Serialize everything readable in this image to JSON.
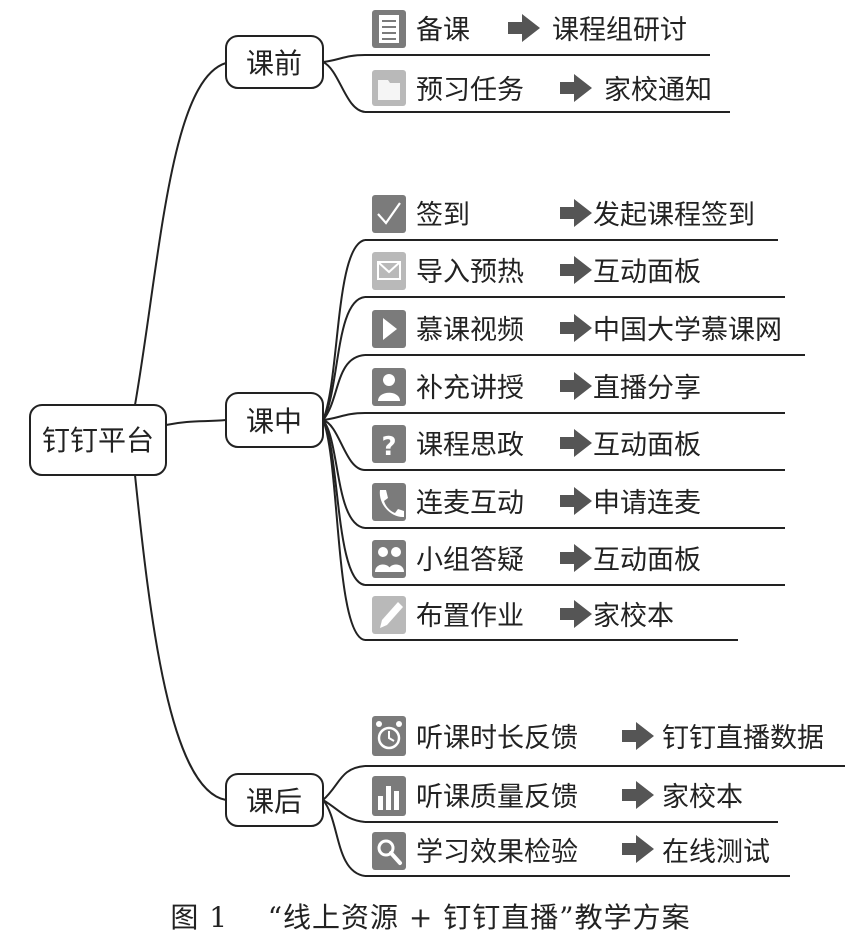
{
  "root": {
    "label": "钉钉平台"
  },
  "phases": [
    {
      "id": "pre",
      "label": "课前",
      "items": [
        {
          "icon": "notepad-icon",
          "label": "备课",
          "target": "课程组研讨"
        },
        {
          "icon": "folder-icon",
          "label": "预习任务",
          "target": "家校通知"
        }
      ]
    },
    {
      "id": "in",
      "label": "课中",
      "items": [
        {
          "icon": "checkmark-icon",
          "label": "签到",
          "target": "发起课程签到"
        },
        {
          "icon": "envelope-icon",
          "label": "导入预热",
          "target": "互动面板"
        },
        {
          "icon": "play-icon",
          "label": "慕课视频",
          "target": "中国大学慕课网"
        },
        {
          "icon": "person-icon",
          "label": "补充讲授",
          "target": "直播分享"
        },
        {
          "icon": "question-icon",
          "label": "课程思政",
          "target": "互动面板"
        },
        {
          "icon": "phone-icon",
          "label": "连麦互动",
          "target": "申请连麦"
        },
        {
          "icon": "group-icon",
          "label": "小组答疑",
          "target": "互动面板"
        },
        {
          "icon": "pencil-icon",
          "label": "布置作业",
          "target": "家校本"
        }
      ]
    },
    {
      "id": "post",
      "label": "课后",
      "items": [
        {
          "icon": "alarm-clock-icon",
          "label": "听课时长反馈",
          "target": "钉钉直播数据"
        },
        {
          "icon": "bar-chart-icon",
          "label": "听课质量反馈",
          "target": "家校本"
        },
        {
          "icon": "magnifier-icon",
          "label": "学习效果检验",
          "target": "在线测试"
        }
      ]
    }
  ],
  "caption": {
    "figure": "图 1",
    "title": "“线上资源 + 钉钉直播”教学方案"
  }
}
